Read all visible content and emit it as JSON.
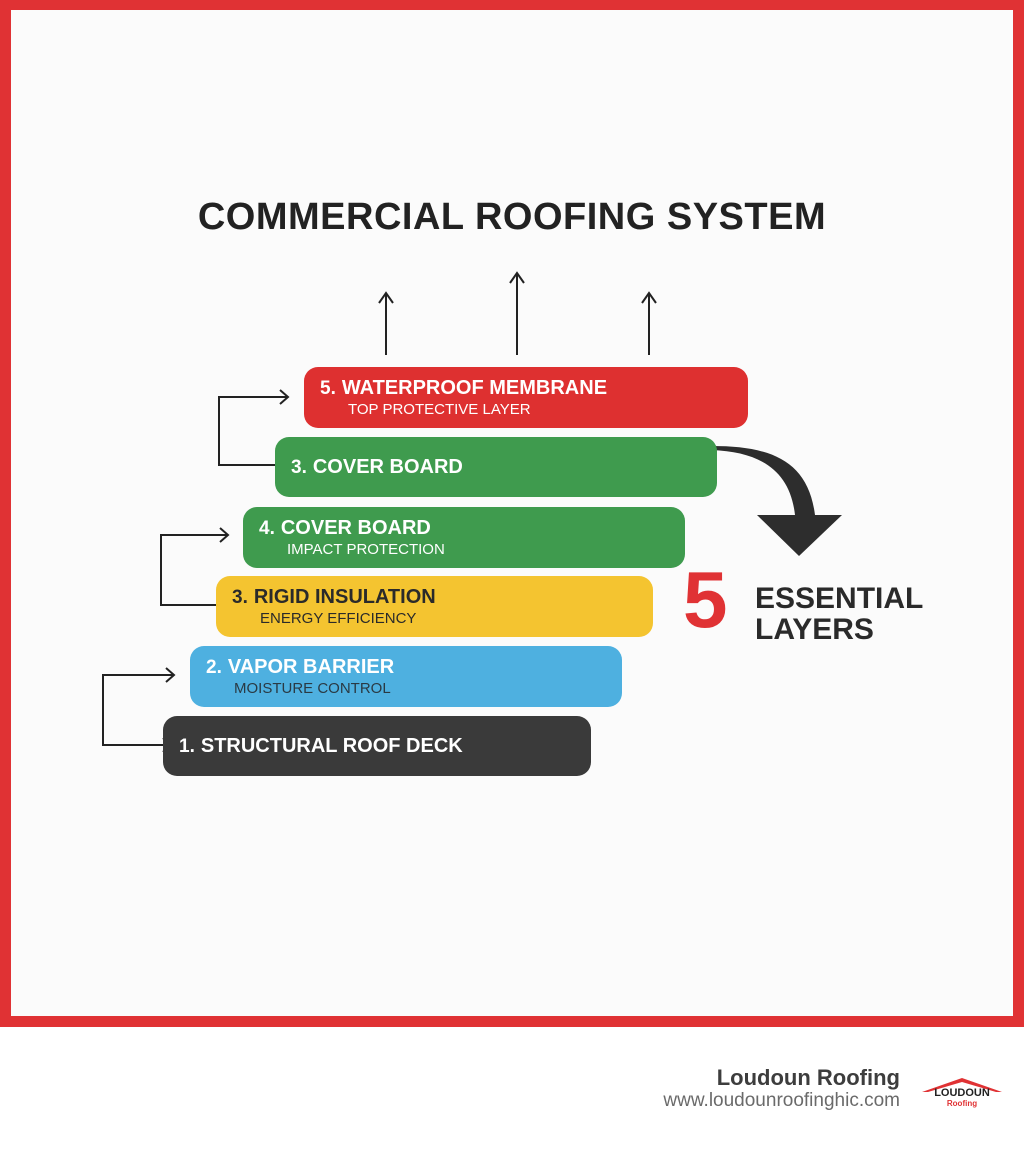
{
  "title": "COMMERCIAL ROOFING SYSTEM",
  "layers": [
    {
      "number": "5.",
      "name": "WATERPROOF MEMBRANE",
      "subtitle": "TOP PROTECTIVE LAYER",
      "color": "#de3030"
    },
    {
      "number": "3.",
      "name": "COVER BOARD",
      "subtitle": "",
      "color": "#3f9b4e"
    },
    {
      "number": "4.",
      "name": "COVER BOARD",
      "subtitle": "IMPACT PROTECTION",
      "color": "#3f9b4e"
    },
    {
      "number": "3.",
      "name": "RIGID INSULATION",
      "subtitle": "ENERGY EFFICIENCY",
      "color": "#f4c430"
    },
    {
      "number": "2.",
      "name": "VAPOR BARRIER",
      "subtitle": "MOISTURE CONTROL",
      "color": "#4eb0e0"
    },
    {
      "number": "1.",
      "name": "STRUCTURAL ROOF DECK",
      "subtitle": "",
      "color": "#3a3a3a"
    }
  ],
  "callout": {
    "number": "5",
    "line1": "ESSENTIAL",
    "line2": "LAYERS"
  },
  "footer": {
    "company": "Loudoun Roofing",
    "url": "www.loudounroofinghic.com",
    "logo_text": "LOUDOUN",
    "logo_sub": "Roofing"
  },
  "colors": {
    "frame": "#e03234",
    "accent": "#e03234"
  }
}
